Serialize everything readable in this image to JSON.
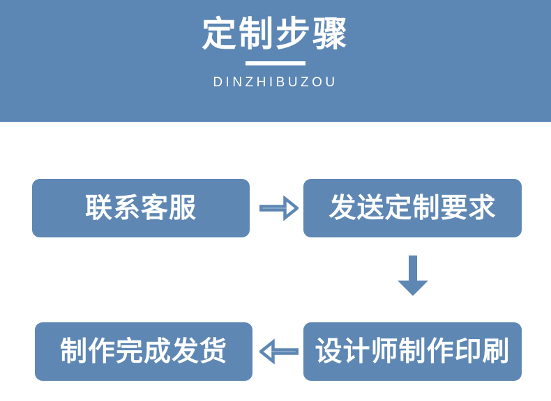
{
  "header": {
    "title": "定制步骤",
    "subtitle": "DINZHIBUZOU",
    "background_color": "#5c86b4",
    "text_color": "#ffffff",
    "divider": "white-horizontal-rule"
  },
  "theme": {
    "accent_blue": "#5e87b3",
    "banner_blue": "#5c86b4",
    "page_background": "#ffffff",
    "box_text_color": "#ffffff"
  },
  "flow": {
    "steps": [
      {
        "index": 1,
        "label": "联系客服",
        "position": "top-left"
      },
      {
        "index": 2,
        "label": "发送定制要求",
        "position": "top-right"
      },
      {
        "index": 3,
        "label": "设计师制作印刷",
        "position": "bottom-right"
      },
      {
        "index": 4,
        "label": "制作完成发货",
        "position": "bottom-left"
      }
    ],
    "connectors": [
      {
        "icon": "arrow-right-icon",
        "direction": "right",
        "style": "outline",
        "from": 1,
        "to": 2
      },
      {
        "icon": "arrow-down-icon",
        "direction": "down",
        "style": "solid",
        "from": 2,
        "to": 3
      },
      {
        "icon": "arrow-left-icon",
        "direction": "left",
        "style": "outline",
        "from": 3,
        "to": 4
      }
    ]
  }
}
